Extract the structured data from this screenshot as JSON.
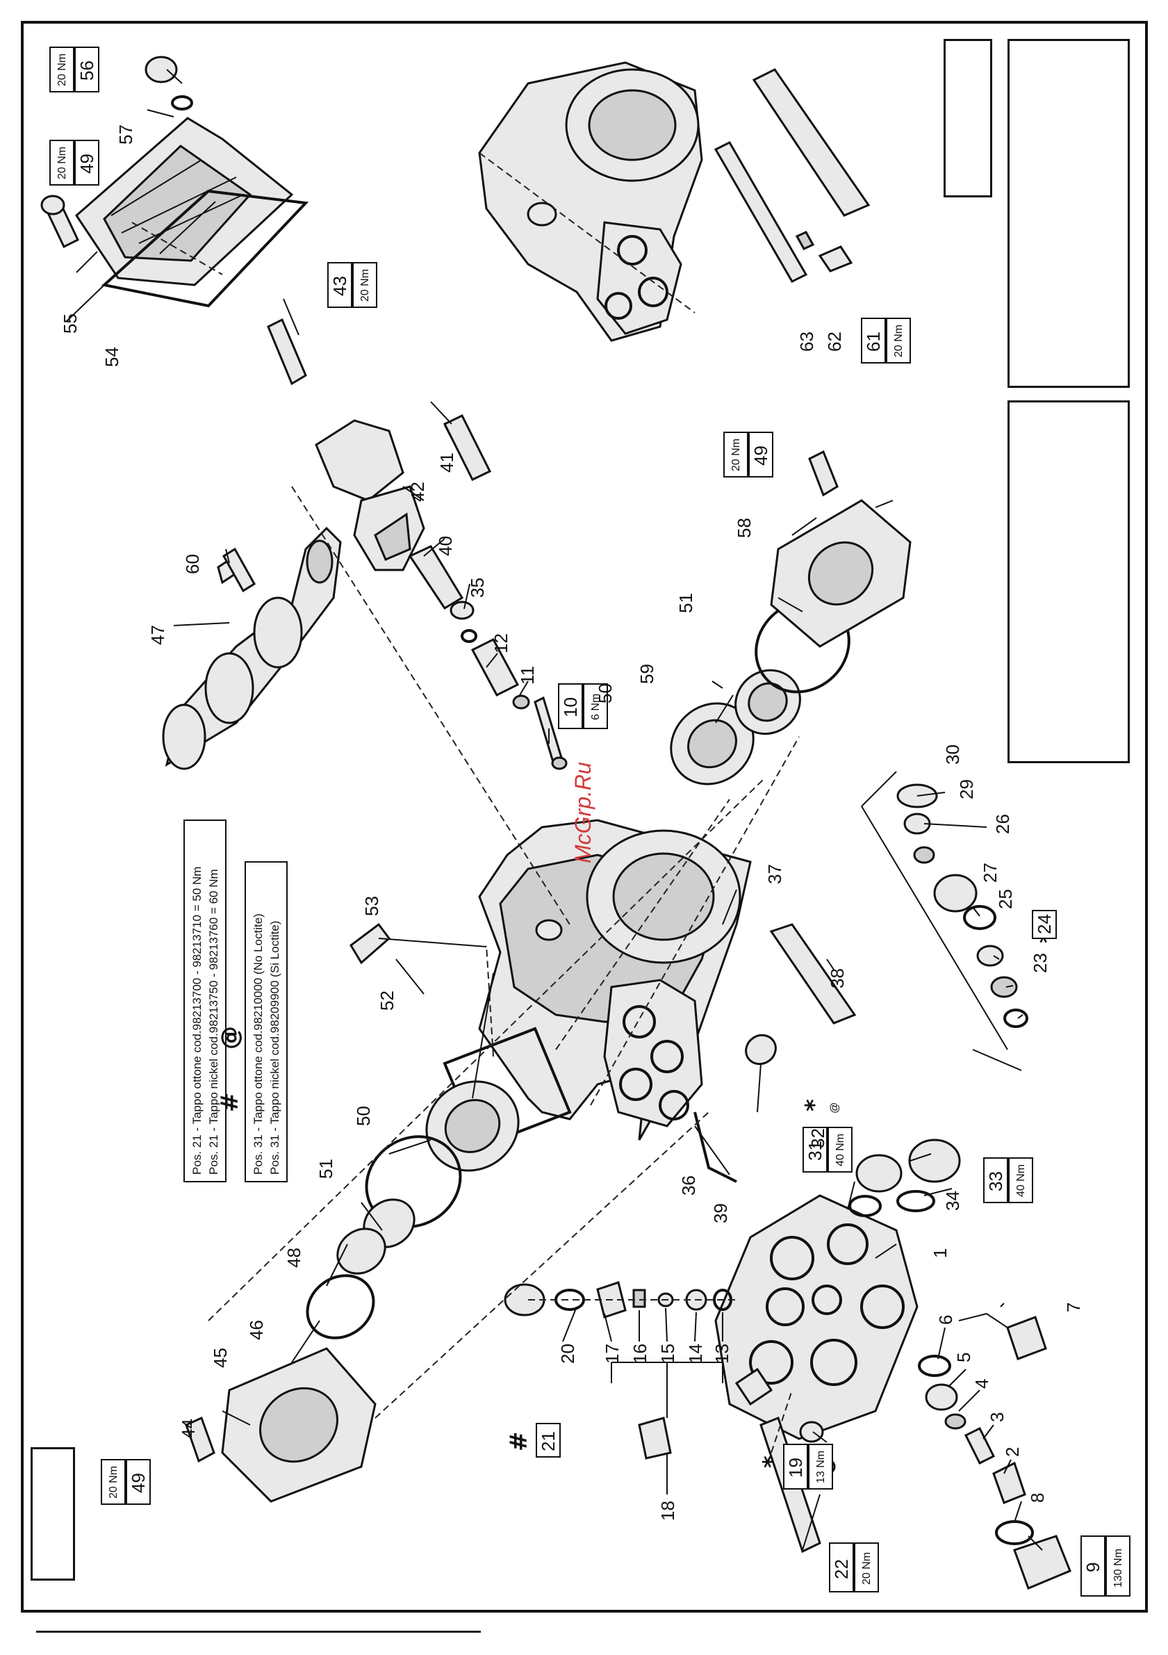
{
  "watermark": "McGrp.Ru",
  "legend": {
    "hash_symbol": "#",
    "at_symbol": "@",
    "pos21_line1": "Pos. 21 - Tappo ottone cod.98213700 - 98213710 = 50 Nm",
    "pos21_line2": "Pos. 21 - Tappo nickel cod.98213750 - 98213760 = 60 Nm",
    "pos31_line1": "Pos. 31 - Tappo ottone cod.98210000 (No Loctite)",
    "pos31_line2": "Pos. 31 - Tappo nickel cod.98209900 (Si Loctite)"
  },
  "markers": {
    "star": "*",
    "double_star": "**",
    "hash": "#"
  },
  "boxed_labels": [
    {
      "id": "56",
      "torque": "20 Nm"
    },
    {
      "id": "49",
      "torque": "20 Nm"
    },
    {
      "id": "43",
      "torque": "20 Nm"
    },
    {
      "id": "61",
      "torque": "20 Nm"
    },
    {
      "id": "49",
      "torque": "20 Nm"
    },
    {
      "id": "10",
      "torque": "6 Nm"
    },
    {
      "id": "31",
      "torque": "40 Nm"
    },
    {
      "id": "33",
      "torque": "40 Nm"
    },
    {
      "id": "24",
      "torque": ""
    },
    {
      "id": "21",
      "torque": ""
    },
    {
      "id": "19",
      "torque": "13 Nm"
    },
    {
      "id": "22",
      "torque": "20 Nm"
    },
    {
      "id": "9",
      "torque": "130 Nm"
    },
    {
      "id": "49",
      "torque": "20 Nm"
    }
  ],
  "plain_labels": [
    "57",
    "55",
    "54",
    "47",
    "60",
    "42",
    "41",
    "40",
    "35",
    "12",
    "11",
    "58",
    "51",
    "59",
    "50",
    "63",
    "62",
    "30",
    "29",
    "26",
    "27",
    "25",
    "23",
    "53",
    "37",
    "38",
    "52",
    "50",
    "51",
    "48",
    "46",
    "45",
    "44",
    "36",
    "39",
    "32",
    "34",
    "1",
    "7",
    "6",
    "5",
    "4",
    "3",
    "2",
    "8",
    "20",
    "17",
    "16",
    "15",
    "14",
    "13",
    "18"
  ]
}
